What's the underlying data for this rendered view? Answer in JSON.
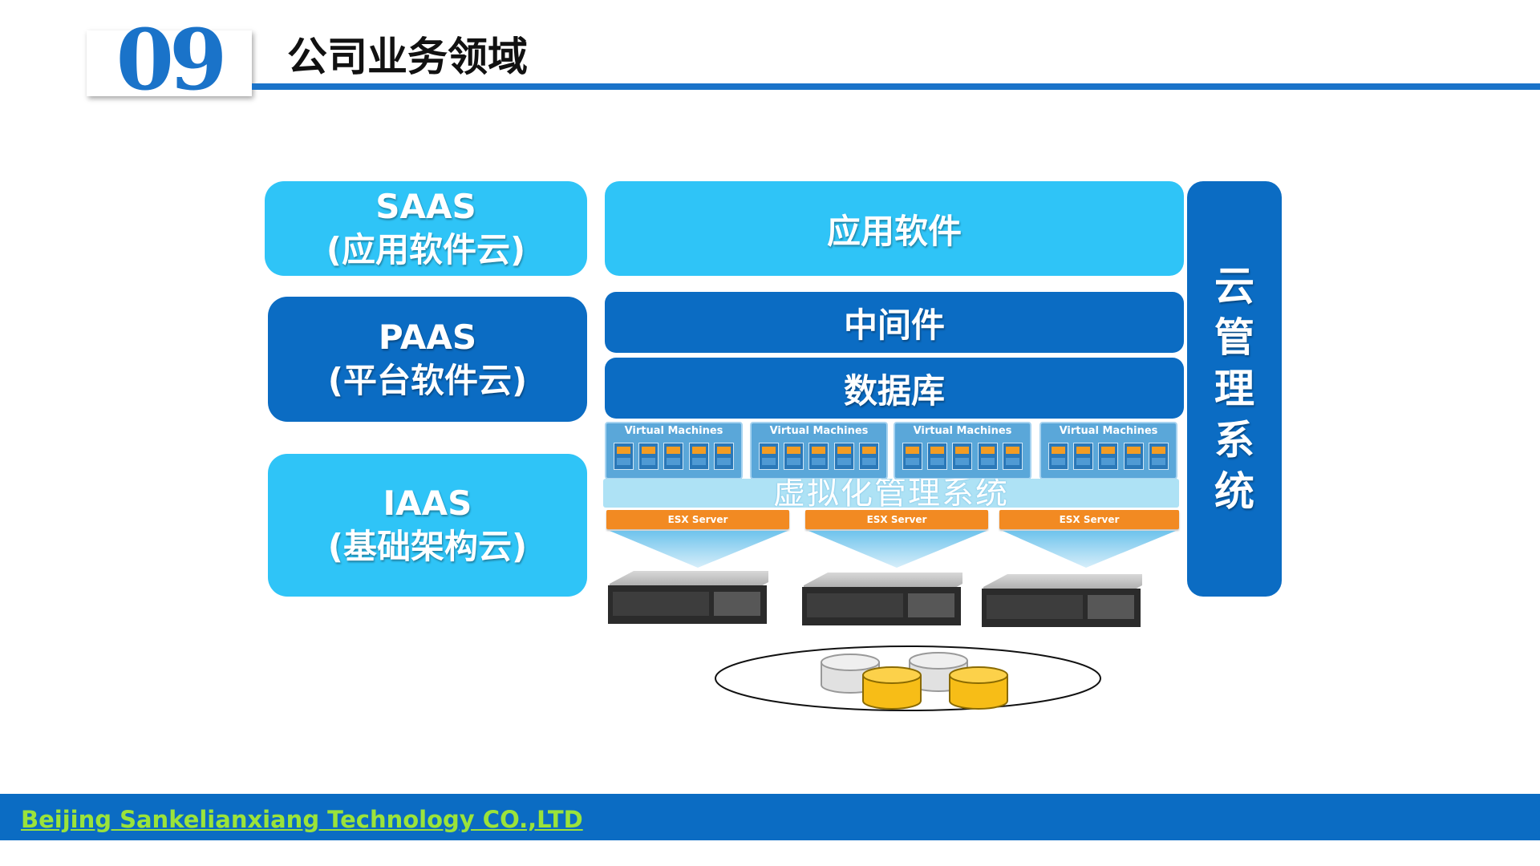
{
  "header": {
    "number": "09",
    "title": "公司业务领域"
  },
  "layers": {
    "saas": {
      "name": "SAAS",
      "desc": "(应用软件云)"
    },
    "paas": {
      "name": "PAAS",
      "desc": "(平台软件云)"
    },
    "iaas": {
      "name": "IAAS",
      "desc": "(基础架构云)"
    }
  },
  "stack": {
    "app": "应用软件",
    "middleware": "中间件",
    "database": "数据库",
    "vm_label": "Virtual Machines",
    "virtualization": "虚拟化管理系统",
    "esx_label": "ESX Server"
  },
  "side": {
    "chars": [
      "云",
      "管",
      "理",
      "系",
      "统"
    ]
  },
  "footer": {
    "company": "Beijing Sankelianxiang Technology CO.,LTD"
  },
  "colors": {
    "accent": "#1a73c9",
    "light_box": "#2fc4f7",
    "dark_box": "#0b6cc3",
    "esx": "#f28a22",
    "footer_text": "#9be33a"
  }
}
